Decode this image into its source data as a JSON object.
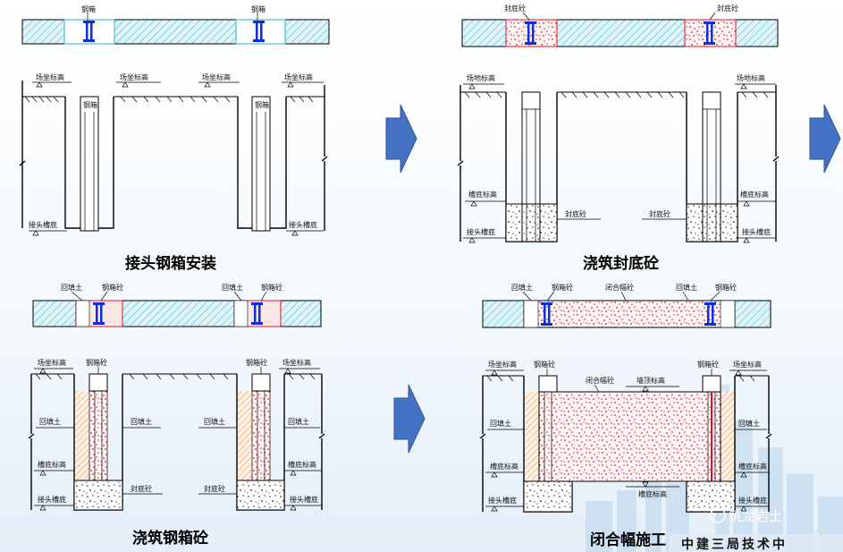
{
  "captions": {
    "p1": "接头钢箱安装",
    "p2": "浇筑封底砼",
    "p3": "浇筑钢箱砼",
    "p4": "闭合幅施工"
  },
  "labels": {
    "steel_box": "钢箱",
    "seal_concrete": "封底砼",
    "site_elevation": "场地标高",
    "site_elevation_alt": "场坐标高",
    "joint_bottom": "接头槽底",
    "trench_bottom": "槽底标高",
    "backfill": "回填土",
    "box_concrete": "钢箱砼",
    "closure_concrete": "闭合幅砼",
    "top_elevation": "墙顶标高"
  },
  "footer": {
    "org": "中建三局技术中",
    "watermark": "筑龙岩土"
  },
  "colors": {
    "hatch": "#2bb0c8",
    "hatch_fill": "#dff4f8",
    "steel": "#0a2ee0",
    "concrete_red": "#e0102a",
    "backfill": "#e88a3a",
    "arrow": "#4472c4"
  }
}
